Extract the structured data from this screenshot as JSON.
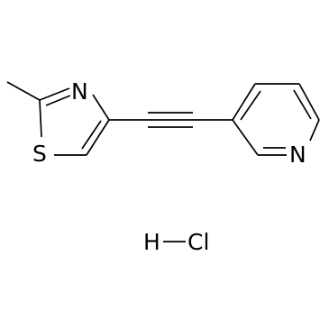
{
  "atoms": {
    "thiazole_nitrogen": "N",
    "thiazole_sulfur": "S",
    "pyridine_nitrogen": "N"
  },
  "salt": {
    "hydrogen": "H",
    "chlorine": "Cl"
  },
  "colors": {
    "ink": "#000000",
    "background": "#ffffff"
  }
}
